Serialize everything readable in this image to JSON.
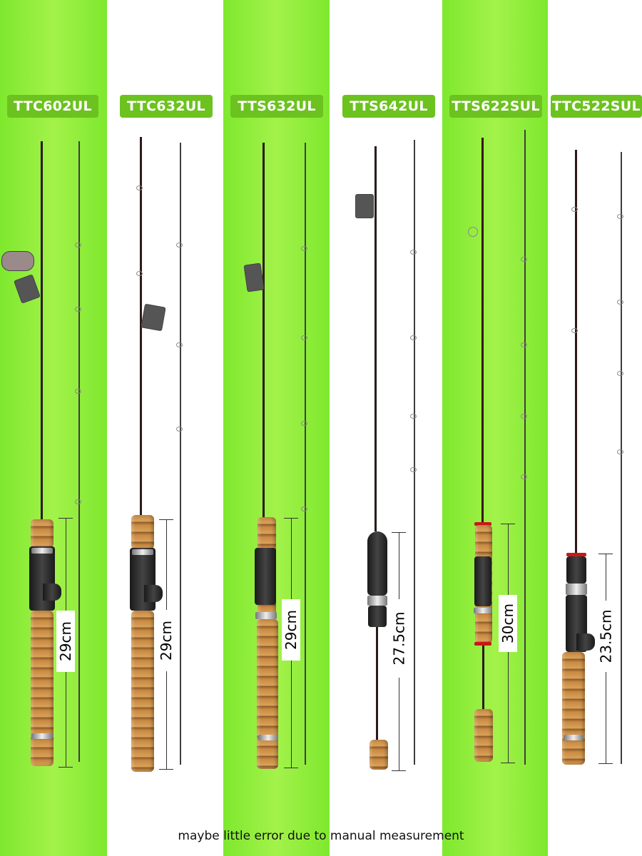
{
  "models": [
    {
      "name": "TTC602UL",
      "length": "29cm"
    },
    {
      "name": "TTC632UL",
      "length": "29cm"
    },
    {
      "name": "TTS632UL",
      "length": "29cm"
    },
    {
      "name": "TTS642UL",
      "length": "27.5cm"
    },
    {
      "name": "TTS622SUL",
      "length": "30cm"
    },
    {
      "name": "TTC522SUL",
      "length": "23.5cm"
    }
  ],
  "footer": "maybe little error due to manual measurement",
  "colors": {
    "green": "#8cec3a",
    "label_bg": "#6cc21f",
    "cork": "#c98a42"
  }
}
